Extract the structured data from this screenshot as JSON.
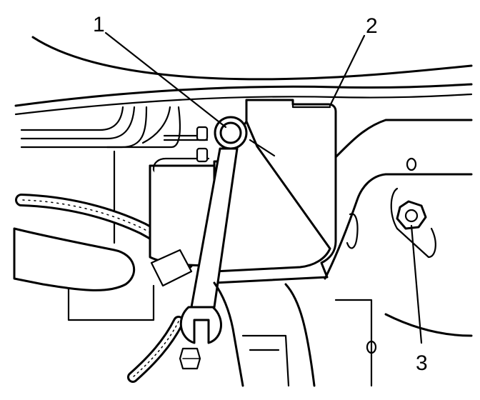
{
  "diagram": {
    "callouts": [
      {
        "id": "1",
        "label": "1"
      },
      {
        "id": "2",
        "label": "2"
      },
      {
        "id": "3",
        "label": "3"
      }
    ],
    "colors": {
      "ink": "#000000",
      "background": "#ffffff"
    }
  }
}
